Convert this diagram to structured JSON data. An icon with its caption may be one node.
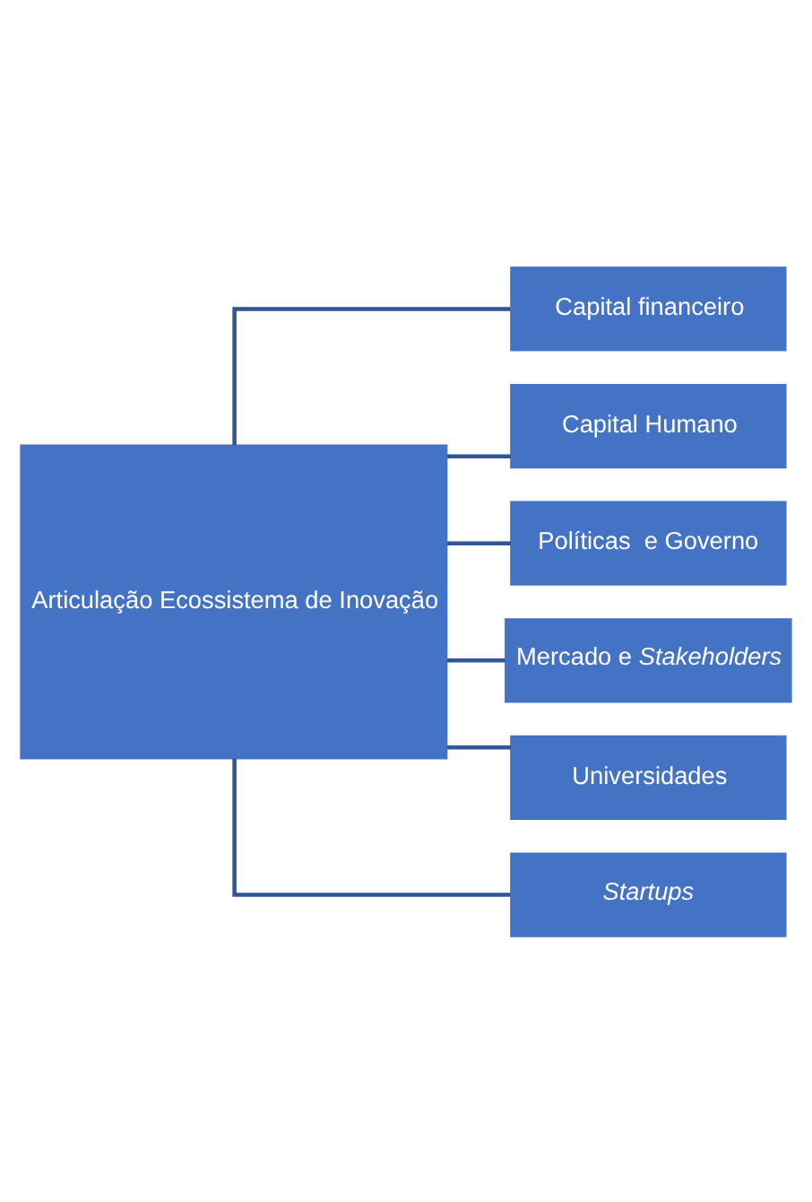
{
  "diagram": {
    "nodes": [
      {
        "text": [
          "Articulação Ecossistema de Inovação"
        ]
      },
      {
        "text": [
          "Capital financeiro"
        ]
      },
      {
        "text": [
          "Capital Humano"
        ]
      },
      {
        "text": [
          "Políticas  e Governo"
        ]
      },
      {
        "text": [
          "Mercado e *Stakeholders*"
        ]
      },
      {
        "text": [
          "Universidades"
        ]
      },
      {
        "text": [
          "Startups"
        ]
      }
    ],
    "edges": [
      {
        "from": 0,
        "to": 1,
        "arrow": "none"
      },
      {
        "from": 0,
        "to": 2,
        "arrow": "none"
      },
      {
        "from": 0,
        "to": 3,
        "arrow": "none"
      },
      {
        "from": 0,
        "to": 4,
        "arrow": "none"
      },
      {
        "from": 0,
        "to": 5,
        "arrow": "none"
      },
      {
        "from": 0,
        "to": 6,
        "arrow": "none"
      }
    ]
  }
}
